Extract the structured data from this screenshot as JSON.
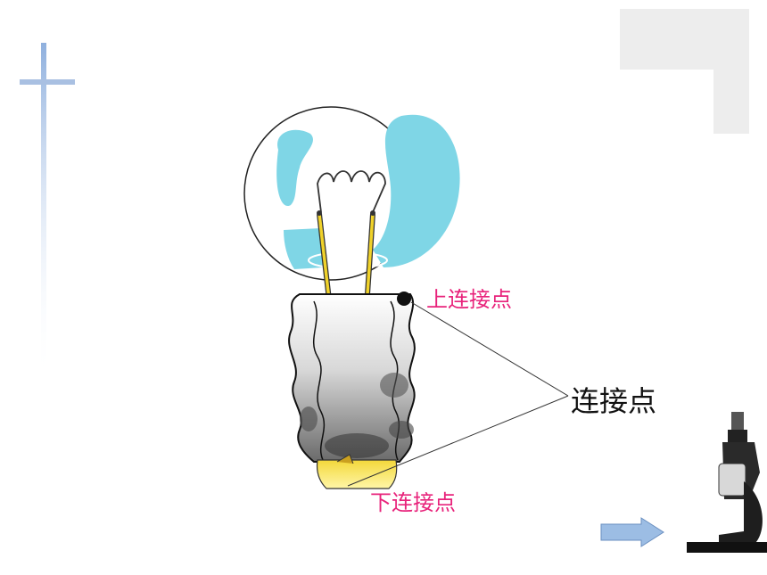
{
  "labels": {
    "upper_connection_point": "上连接点",
    "lower_connection_point": "下连接点",
    "connection_points": "连接点"
  },
  "colors": {
    "label_highlight": "#e8237b",
    "label_main": "#111111",
    "glass_tint": "#7fd6e6",
    "filament_wire": "#f0d22a",
    "base_tip": "#f6e04a",
    "decor_cross": "#a9c0e2",
    "nav_arrow": "#9cbde4"
  },
  "icons": {
    "bulb": "light-bulb-icon",
    "nav": "right-arrow-icon",
    "microscope": "microscope-icon"
  }
}
